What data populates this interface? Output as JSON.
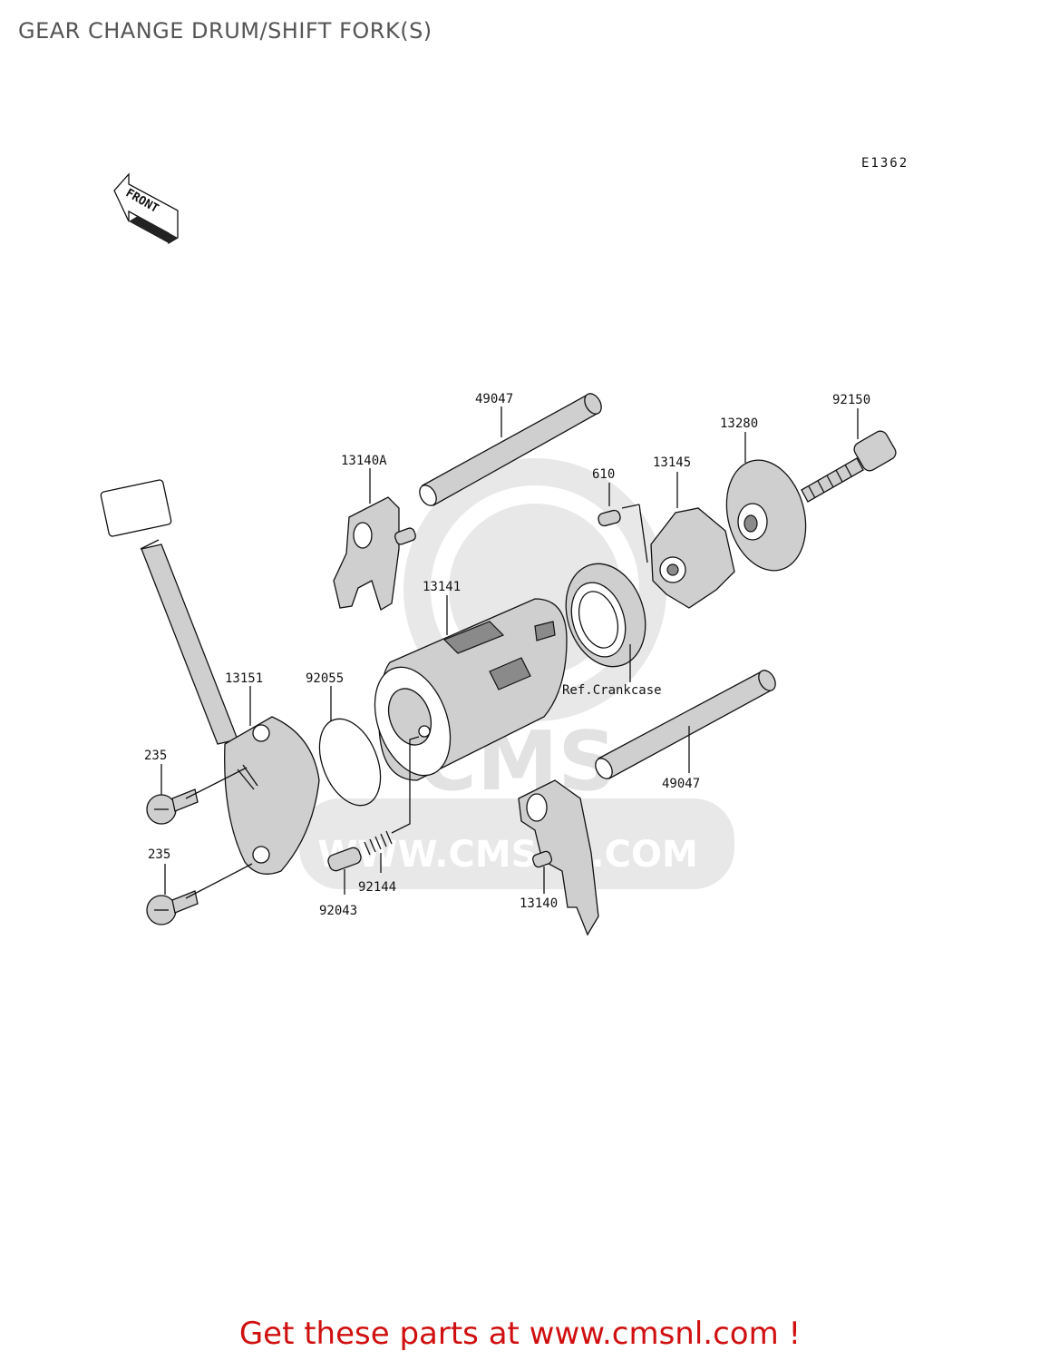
{
  "title": "GEAR CHANGE DRUM/SHIFT FORK(S)",
  "diagram_code": "E1362",
  "front_marker": "FRONT",
  "parts": {
    "shift_rod_top": "49047",
    "fork_a": "13140A",
    "pin": "610",
    "drum_cam": "13145",
    "plate": "13280",
    "bolt": "92150",
    "drum": "13141",
    "shaft": "13151",
    "o_ring": "92055",
    "bolt_upper": "235",
    "bolt_lower": "235",
    "spring": "92144",
    "pin_lower": "92043",
    "fork_lower": "13140",
    "shift_rod_bottom": "49047"
  },
  "ref_note": "Ref.Crankcase",
  "watermark": {
    "logo_text": "CMS",
    "url_text": "WWW.CMSNL.COM"
  },
  "footer": "Get these parts at www.cmsnl.com !"
}
